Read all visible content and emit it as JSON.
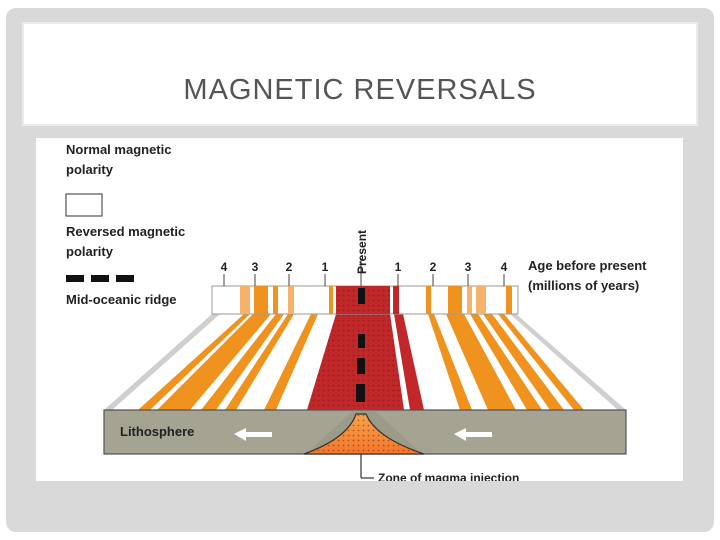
{
  "slide": {
    "title": "MAGNETIC REVERSALS"
  },
  "legend": {
    "normal_line1": "Normal magnetic",
    "normal_line2": "polarity",
    "reversed_line1": "Reversed magnetic",
    "reversed_line2": "polarity",
    "ridge": "Mid-oceanic ridge"
  },
  "scale": {
    "present": "Present",
    "ages_left": [
      "4",
      "3",
      "2",
      "1"
    ],
    "ages_right": [
      "1",
      "2",
      "3",
      "4"
    ],
    "age_caption_line1": "Age before present",
    "age_caption_line2": "(millions of years)"
  },
  "labels": {
    "lithosphere": "Lithosphere",
    "magma": "Zone of magma injection"
  },
  "colors": {
    "dark_red": "#c0282a",
    "orange": "#f0921e",
    "light_orange": "#f6b26b",
    "crust": "#a5a391",
    "magma": "#f2772a",
    "background": "#ffffff"
  }
}
